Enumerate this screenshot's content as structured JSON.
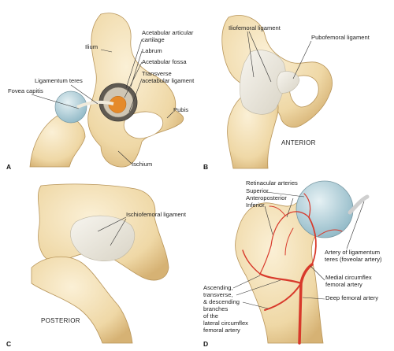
{
  "panels": {
    "a": {
      "letter": "A",
      "labels": {
        "ilium": "Ilium",
        "acetabular_cartilage_1": "Acetabular articular",
        "acetabular_cartilage_2": "cartilage",
        "labrum": "Labrum",
        "acetabular_fossa": "Acetabular fossa",
        "transverse_1": "Transverse",
        "transverse_2": "acetabular ligament",
        "ligamentum_teres": "Ligamentum teres",
        "fovea_capitis": "Fovea capitis",
        "pubis": "Pubis",
        "ischium": "Ischium"
      }
    },
    "b": {
      "letter": "B",
      "view": "ANTERIOR",
      "labels": {
        "iliofemoral": "Iliofemoral ligament",
        "pubofemoral": "Pubofemoral ligament"
      }
    },
    "c": {
      "letter": "C",
      "view": "POSTERIOR",
      "labels": {
        "ischiofemoral": "Ischiofemoral ligament"
      }
    },
    "d": {
      "letter": "D",
      "labels": {
        "retinacular": "Retinacular arteries",
        "superior": "Superior",
        "anteroposterior": "Anteroposterior",
        "inferior": "Inferior",
        "artery_lig_1": "Artery of ligamentum",
        "artery_lig_2": "teres (foveolar artery)",
        "medial_circ_1": "Medial circumflex",
        "medial_circ_2": "femoral artery",
        "deep_femoral": "Deep femoral artery",
        "lateral_1": "Ascending,",
        "lateral_2": "transverse,",
        "lateral_3": "& descending",
        "lateral_4": "branches",
        "lateral_5": "of the",
        "lateral_6": "lateral circumflex",
        "lateral_7": "femoral artery"
      }
    }
  },
  "colors": {
    "bone": "#f2dfb4",
    "bone_shadow": "#d9b77c",
    "bone_edge": "#b8955a",
    "ligament": "#ece9e0",
    "cartilage": "#aacbd6",
    "artery": "#d8392b",
    "fossa_fat": "#e58a2a",
    "socket": "#5f5a52"
  }
}
